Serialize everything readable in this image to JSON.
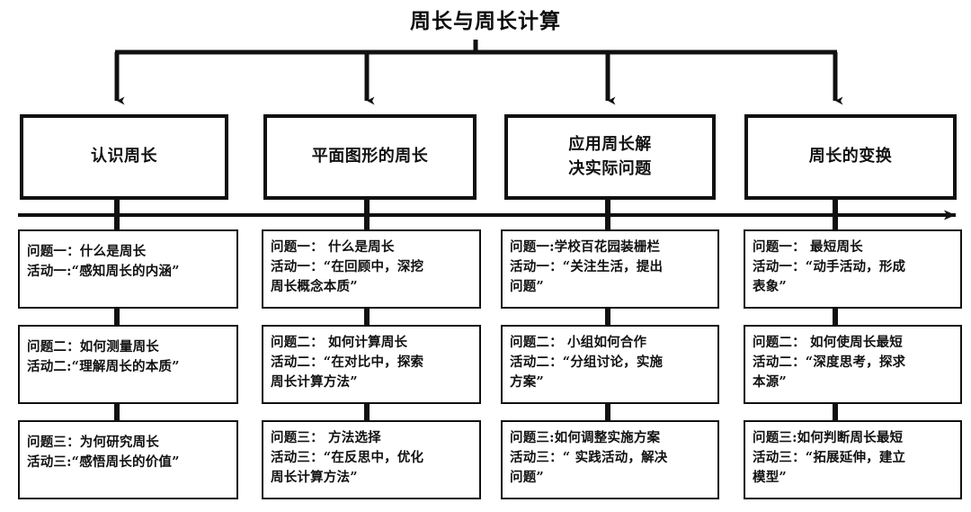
{
  "title": "周长与周长计算",
  "colors": {
    "line": "#111111",
    "background": "#ffffff",
    "text": "#111111"
  },
  "headers": [
    {
      "id": "header-1",
      "lines": [
        "认识周长"
      ]
    },
    {
      "id": "header-2",
      "lines": [
        "平面图形的周长"
      ]
    },
    {
      "id": "header-3",
      "lines": [
        "应用周长解",
        "决实际问题"
      ]
    },
    {
      "id": "header-4",
      "lines": [
        "周长的变换"
      ]
    }
  ],
  "columns": [
    {
      "id": "column-1",
      "header": "认识周长",
      "cells": [
        {
          "lines": [
            "问题一：什么是周长",
            "活动一:“感知周长的内涵”"
          ]
        },
        {
          "lines": [
            "问题二：如何测量周长",
            "活动二:“理解周长的本质”"
          ]
        },
        {
          "lines": [
            "问题三：为何研究周长",
            "活动三:“感悟周长的价值”"
          ]
        }
      ]
    },
    {
      "id": "column-2",
      "header": "平面图形的周长",
      "cells": [
        {
          "lines": [
            "问题一： 什么是周长",
            "活动一：“在回顾中，深挖",
            "周长概念本质”"
          ]
        },
        {
          "lines": [
            "问题二： 如何计算周长",
            "活动二：“在对比中，探索",
            "周长计算方法”"
          ]
        },
        {
          "lines": [
            "问题三： 方法选择",
            "活动三：“在反思中，优化",
            "周长计算方法”"
          ]
        }
      ]
    },
    {
      "id": "column-3",
      "header": "应用周长解决实际问题",
      "cells": [
        {
          "lines": [
            "问题一:学校百花园装栅栏",
            "活动一：“关注生活，提出",
            "问题”"
          ]
        },
        {
          "lines": [
            "问题二： 小组如何合作",
            "活动二：“分组讨论，实施",
            "方案”"
          ]
        },
        {
          "lines": [
            "问题三:如何调整实施方案",
            "活动三：“ 实践活动，解决",
            "问题”"
          ]
        }
      ]
    },
    {
      "id": "column-4",
      "header": "周长的变换",
      "cells": [
        {
          "lines": [
            "问题一： 最短周长",
            "活动一：“动手活动，形成",
            "表象”"
          ]
        },
        {
          "lines": [
            "问题二： 如何使周长最短",
            "活动二：“深度思考，探求",
            "本源”"
          ]
        },
        {
          "lines": [
            "问题三:如何判断周长最短",
            "活动三：“拓展延伸，建立",
            "模型”"
          ]
        }
      ]
    }
  ],
  "connectors": {
    "top_bus_label": "top-distribution-bus",
    "timeline_label": "horizontal-timeline-arrow",
    "arrow_count": 4
  }
}
